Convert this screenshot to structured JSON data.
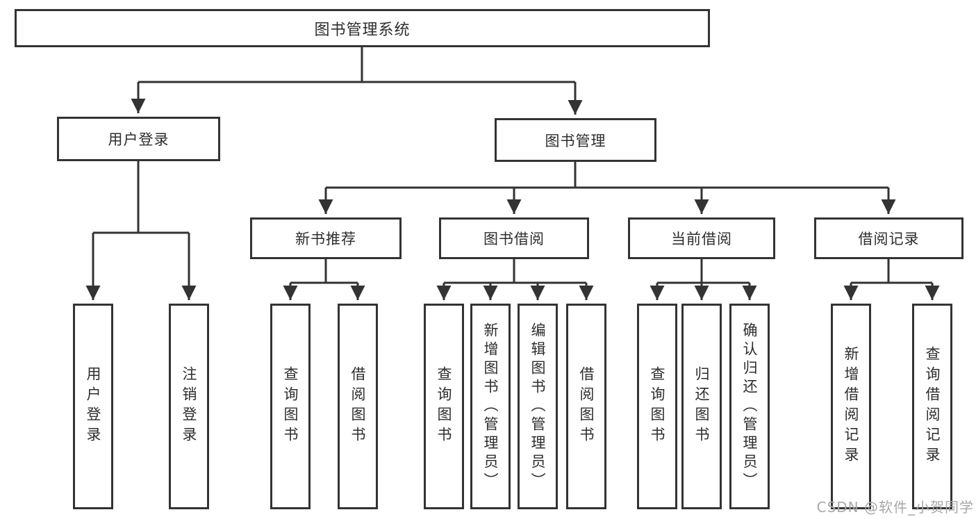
{
  "diagram": {
    "type": "tree",
    "tree": {
      "label": "图书管理系统",
      "children": [
        {
          "label": "用户登录",
          "children": [
            {
              "label": "用户登录"
            },
            {
              "label": "注销登录"
            }
          ]
        },
        {
          "label": "图书管理",
          "children": [
            {
              "label": "新书推荐",
              "children": [
                {
                  "label": "查询图书"
                },
                {
                  "label": "借阅图书"
                }
              ]
            },
            {
              "label": "图书借阅",
              "children": [
                {
                  "label": "查询图书"
                },
                {
                  "label": "新增图书（管理员）"
                },
                {
                  "label": "编辑图书（管理员）"
                },
                {
                  "label": "借阅图书"
                }
              ]
            },
            {
              "label": "当前借阅",
              "children": [
                {
                  "label": "查询图书"
                },
                {
                  "label": "归还图书"
                },
                {
                  "label": "确认归还（管理员）"
                }
              ]
            },
            {
              "label": "借阅记录",
              "children": [
                {
                  "label": "新增借阅记录"
                },
                {
                  "label": "查询借阅记录"
                }
              ]
            }
          ]
        }
      ]
    },
    "colors": {
      "line": "#333333",
      "box_border": "#333333",
      "box_fill": "#ffffff",
      "text": "#2d2d2d",
      "watermark": "#a8a8a8"
    }
  },
  "watermark": {
    "text": "CSDN @软件_小贺同学"
  }
}
